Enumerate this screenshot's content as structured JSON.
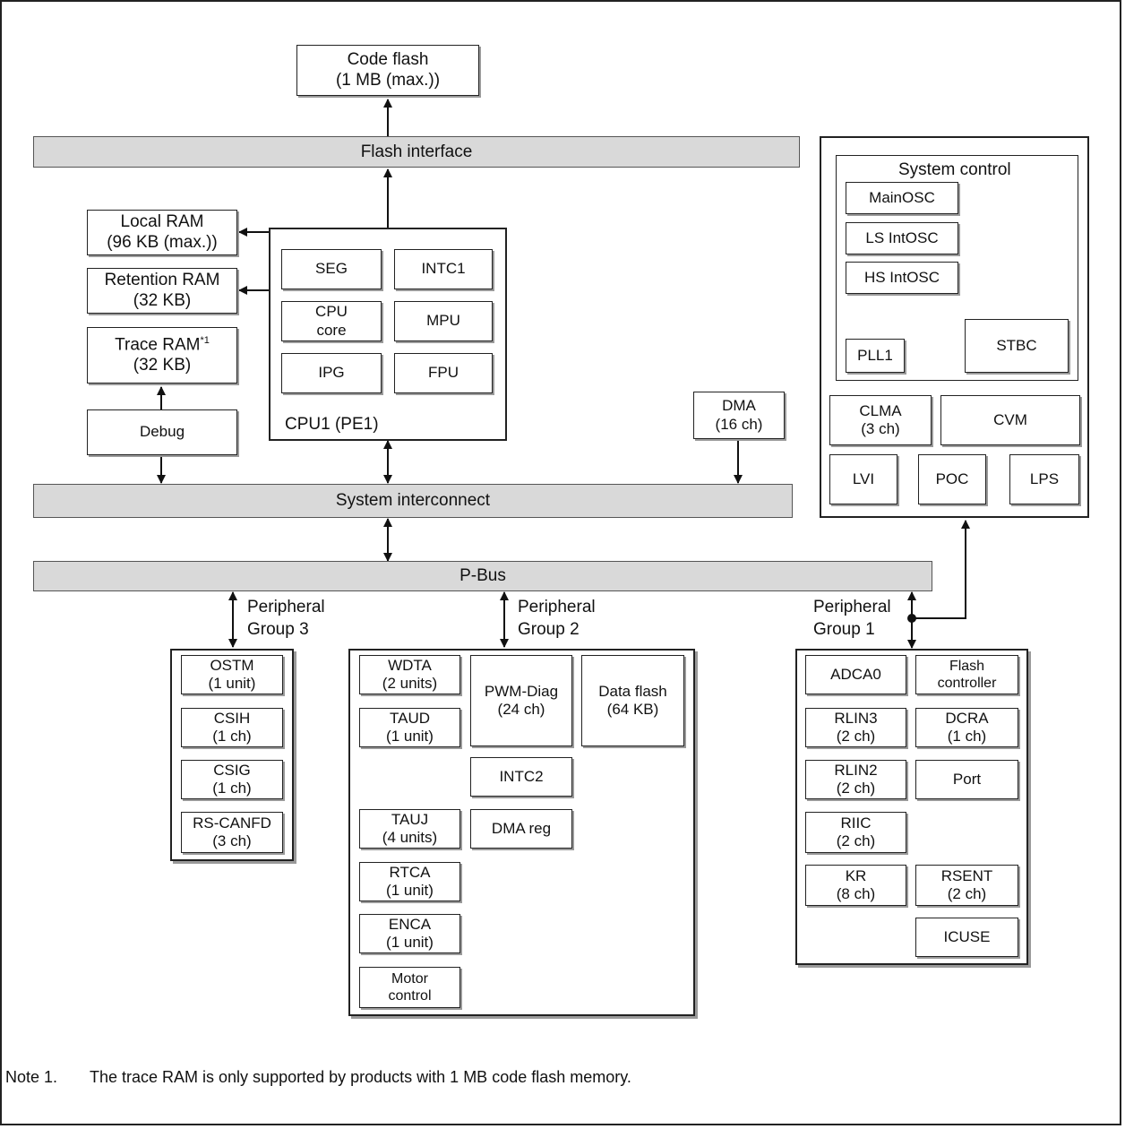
{
  "code_flash": "Code flash\n(1 MB (max.))",
  "flash_interface": "Flash interface",
  "local_ram": "Local RAM\n(96 KB (max.))",
  "retention_ram": "Retention RAM\n(32 KB)",
  "trace_ram": "Trace RAM*1\n(32 KB)",
  "debug": "Debug",
  "cpu": {
    "label": "CPU1 (PE1)",
    "seg": "SEG",
    "intc1": "INTC1",
    "cpu_core": "CPU\ncore",
    "mpu": "MPU",
    "ipg": "IPG",
    "fpu": "FPU"
  },
  "dma": "DMA\n(16 ch)",
  "system_interconnect": "System interconnect",
  "pbus": "P-Bus",
  "system_control": {
    "title": "System control",
    "mainosc": "MainOSC",
    "ls_intosc": "LS IntOSC",
    "hs_intosc": "HS IntOSC",
    "pll1": "PLL1",
    "stbc": "STBC",
    "clma": "CLMA\n(3 ch)",
    "cvm": "CVM",
    "lvi": "LVI",
    "poc": "POC",
    "lps": "LPS"
  },
  "group3": {
    "label": "Peripheral\nGroup 3",
    "items": [
      "OSTM\n(1 unit)",
      "CSIH\n(1 ch)",
      "CSIG\n(1 ch)",
      "RS-CANFD\n(3 ch)"
    ]
  },
  "group2": {
    "label": "Peripheral\nGroup 2",
    "wdta": "WDTA\n(2 units)",
    "taud": "TAUD\n(1 unit)",
    "tauj": "TAUJ\n(4 units)",
    "rtca": "RTCA\n(1 unit)",
    "enca": "ENCA\n(1 unit)",
    "motor": "Motor\ncontrol",
    "pwm_diag": "PWM-Diag\n(24 ch)",
    "data_flash": "Data flash\n(64 KB)",
    "intc2": "INTC2",
    "dma_reg": "DMA reg"
  },
  "group1": {
    "label": "Peripheral\nGroup 1",
    "adca0": "ADCA0",
    "flash_controller": "Flash\ncontroller",
    "rlin3": "RLIN3\n(2 ch)",
    "dcra": "DCRA\n(1 ch)",
    "rlin2": "RLIN2\n(2 ch)",
    "port": "Port",
    "riic": "RIIC\n(2 ch)",
    "kr": "KR\n(8 ch)",
    "rsent": "RSENT\n(2 ch)",
    "icuse": "ICUSE"
  },
  "note": {
    "label": "Note 1.",
    "text": "The trace RAM is only supported by products with 1 MB code flash memory."
  }
}
